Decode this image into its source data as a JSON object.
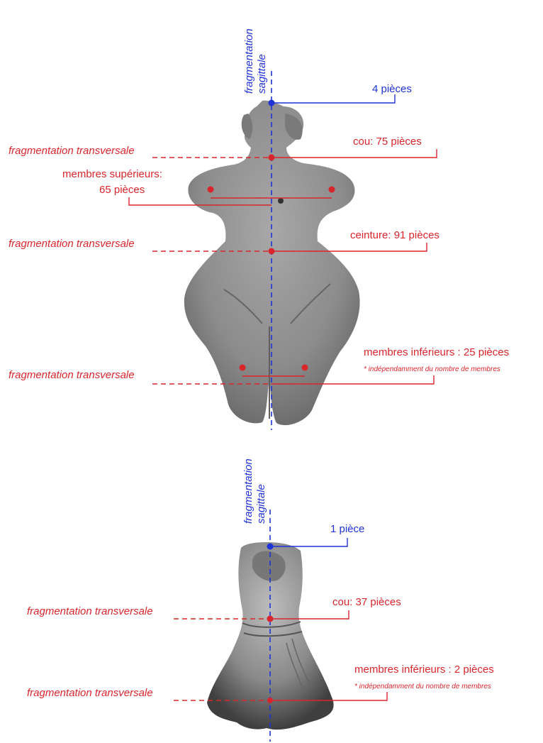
{
  "colors": {
    "fragment_red": "#d9262c",
    "sagittal_blue": "#1f33d6",
    "figurine_gray": "#8f8f8f",
    "figurine_dark": "#5a5a5a"
  },
  "figure1": {
    "sagittal_label_1": "fragmentation",
    "sagittal_label_2": "sagittale",
    "head_count": "4 pièces",
    "trans_label_1": "fragmentation transversale",
    "neck_count": "cou: 75 pièces",
    "arms_label_1": "membres supérieurs:",
    "arms_label_2": "65 pièces",
    "trans_label_2": "fragmentation transversale",
    "waist_count": "ceinture: 91 pièces",
    "legs_count": "membres inférieurs : 25 pièces",
    "legs_note": "* indépendamment du nombre de membres",
    "trans_label_3": "fragmentation transversale"
  },
  "figure2": {
    "sagittal_label_1": "fragmentation",
    "sagittal_label_2": "sagittale",
    "head_count": "1 pièce",
    "trans_label_1": "fragmentation transversale",
    "neck_count": "cou: 37 pièces",
    "legs_count": "membres inférieurs : 2 pièces",
    "legs_note": "* indépendamment du nombre de membres",
    "trans_label_2": "fragmentation transversale"
  }
}
